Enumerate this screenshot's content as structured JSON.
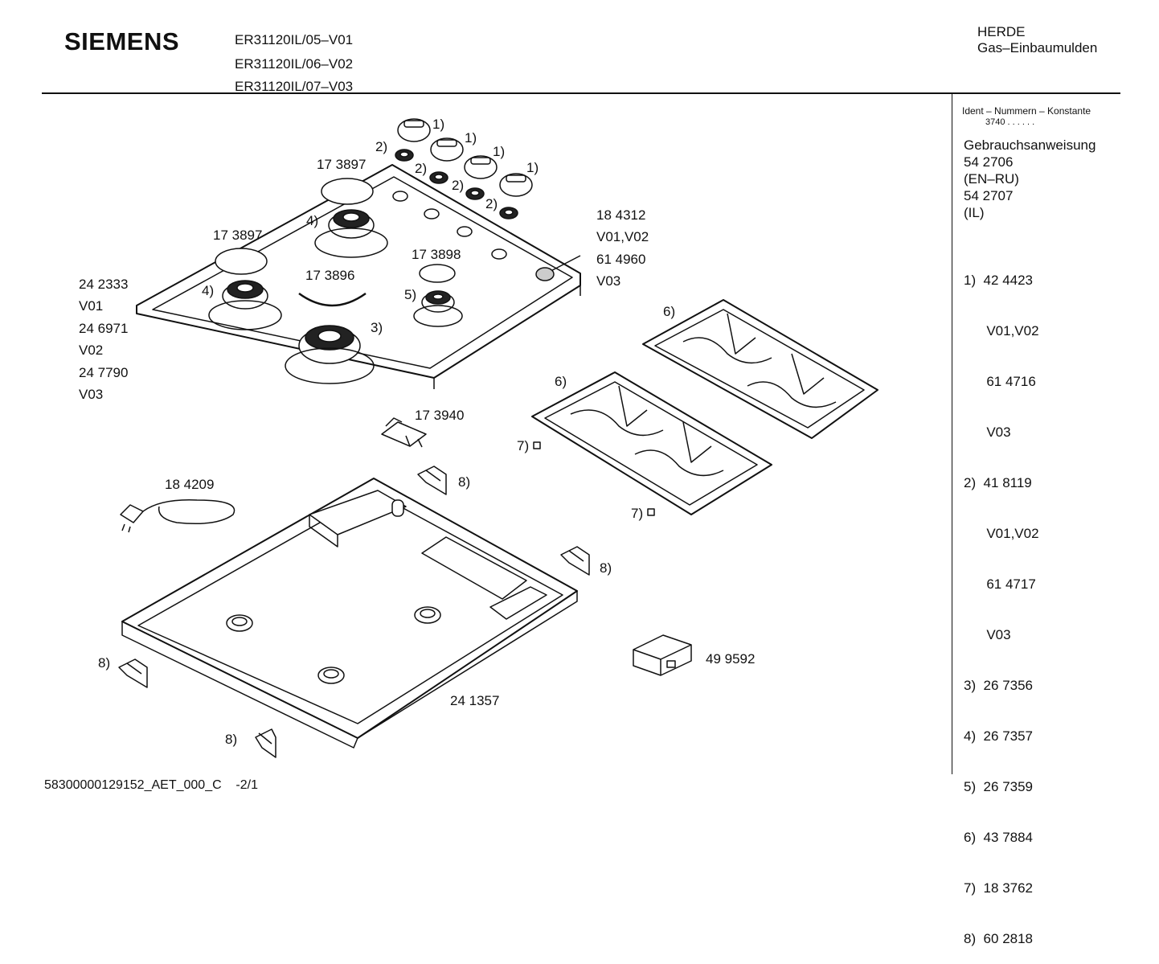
{
  "header": {
    "brand": "SIEMENS",
    "models": [
      "ER31120IL/05–V01",
      "ER31120IL/06–V02",
      "ER31120IL/07–V03"
    ],
    "category_line1": "HERDE",
    "category_line2": "Gas–Einbaumulden"
  },
  "sidebar": {
    "ident_label": "Ident – Nummern – Konstante",
    "ident_value": "3740  .  .    .  .  .  .",
    "lines": [
      "Gebrauchsanweisung",
      "54 2706",
      "(EN–RU)",
      "54 2707",
      "(IL)"
    ],
    "parts": [
      "1)  42 4423",
      "      V01,V02",
      "      61 4716",
      "      V03",
      "2)  41 8119",
      "      V01,V02",
      "      61 4717",
      "      V03",
      "3)  26 7356",
      "4)  26 7357",
      "5)  26 7359",
      "6)  43 7884",
      "7)  18 3762",
      "8)  60 2818"
    ]
  },
  "callouts": {
    "c_1a": "1)",
    "c_1b": "1)",
    "c_1c": "1)",
    "c_1d": "1)",
    "c_2a": "2)",
    "c_2b": "2)",
    "c_2c": "2)",
    "c_2d": "2)",
    "c_3": "3)",
    "c_4a": "4)",
    "c_4b": "4)",
    "c_5": "5)",
    "c_6a": "6)",
    "c_6b": "6)",
    "c_7a": "7)",
    "c_7b": "7)",
    "c_8a": "8)",
    "c_8b": "8)",
    "c_8c": "8)",
    "c_8d": "8)",
    "p_173897a": "17 3897",
    "p_173897b": "17 3897",
    "p_173898": "17 3898",
    "p_173896": "17 3896",
    "p_184312": "18 4312",
    "p_v0102": "V01,V02",
    "p_614960": "61 4960",
    "p_v03a": "V03",
    "p_242333": "24 2333",
    "p_v01": "V01",
    "p_246971": "24 6971",
    "p_v02": "V02",
    "p_247790": "24 7790",
    "p_v03b": "V03",
    "p_173940": "17 3940",
    "p_184209": "18 4209",
    "p_499592": "49 9592",
    "p_241357": "24 1357"
  },
  "footer": {
    "text": "58300000129152_AET_000_C    -2/1"
  }
}
